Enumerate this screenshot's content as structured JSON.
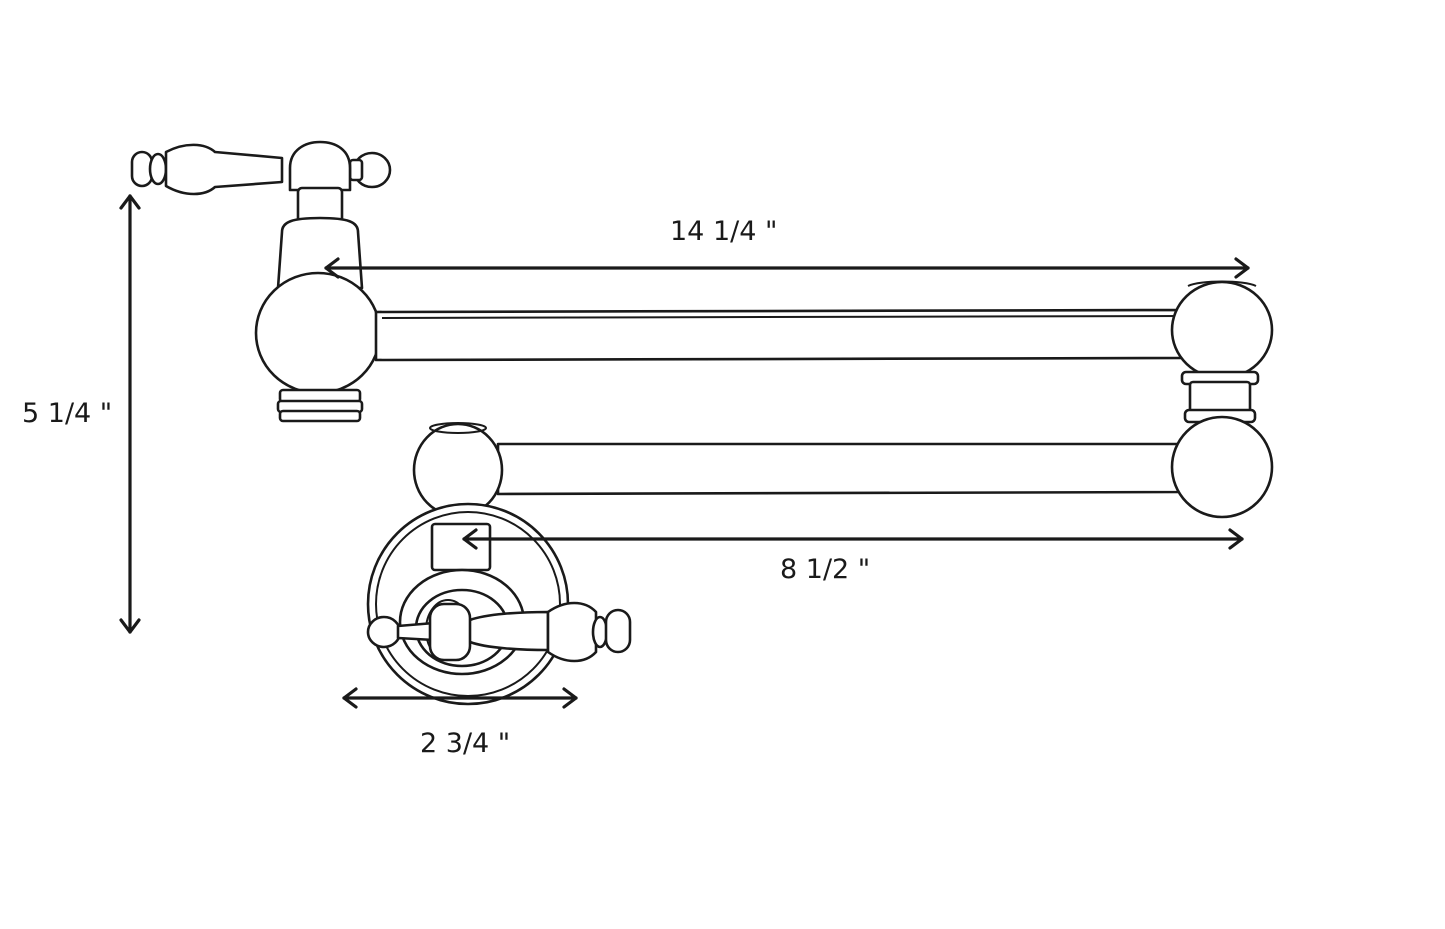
{
  "dimensions": {
    "overall_length": "14  1/4 \"",
    "inner_arm_length": "8  1/2 \"",
    "height": "5  1/4 \"",
    "flange_diameter": "2 3/4 \""
  }
}
